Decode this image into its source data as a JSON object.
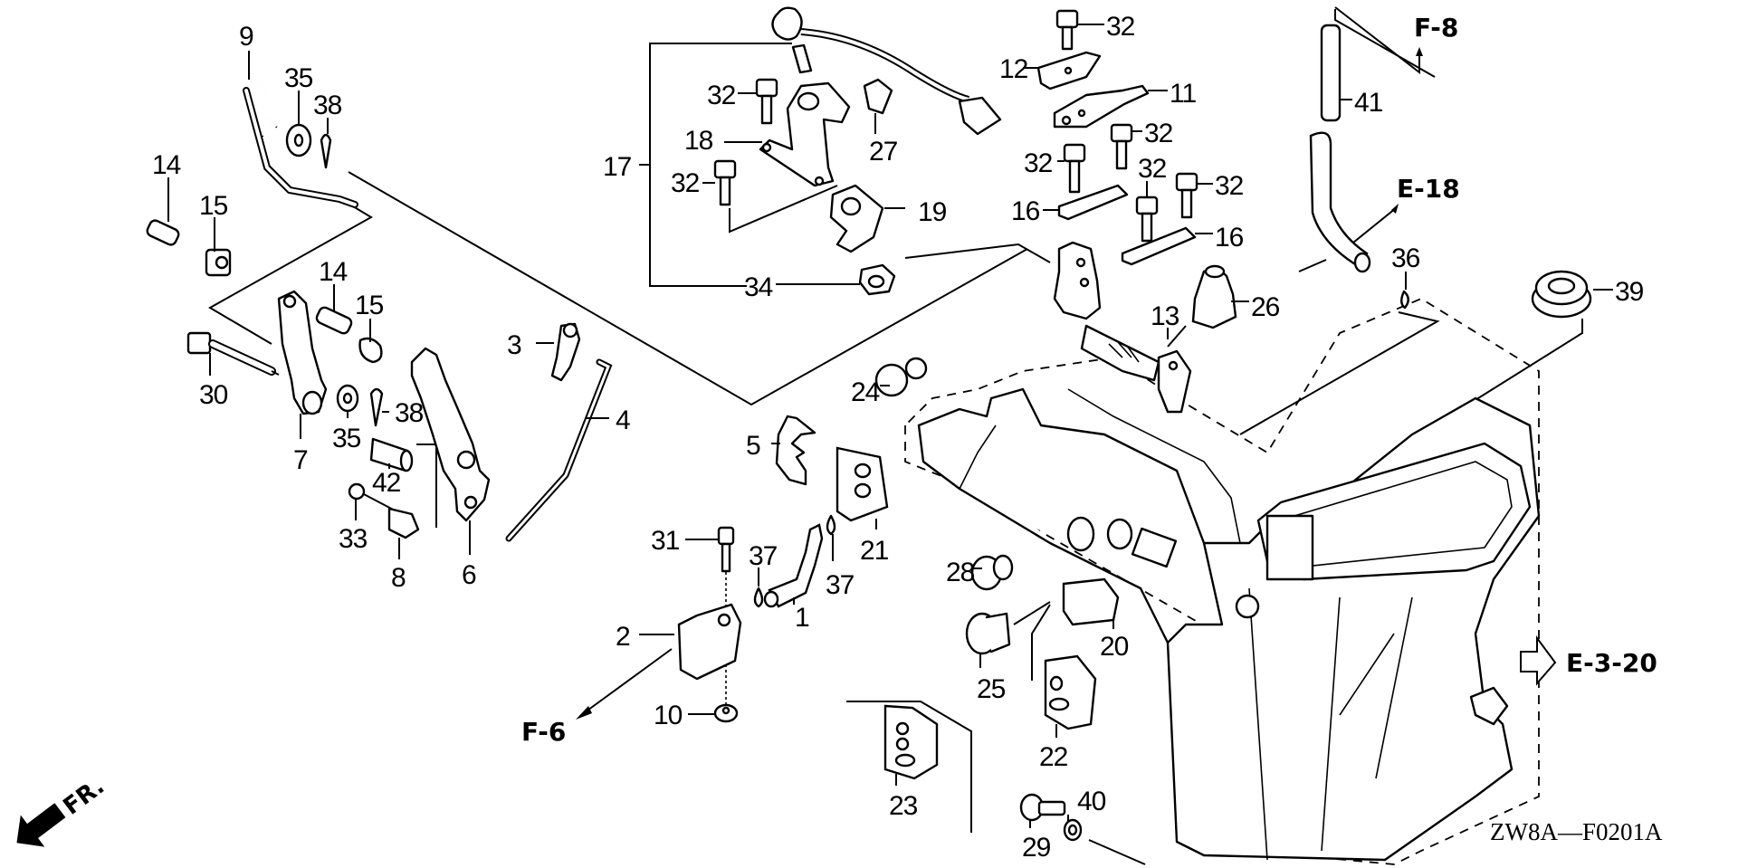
{
  "diagram": {
    "title_code": "ZW8A—F0201A",
    "front_indicator": "FR.",
    "references": {
      "f8": "F-8",
      "e18": "E-18",
      "f6": "F-6",
      "e320": "E-3-20"
    },
    "callouts": [
      {
        "id": "c9",
        "label": "9"
      },
      {
        "id": "c35a",
        "label": "35"
      },
      {
        "id": "c38a",
        "label": "38"
      },
      {
        "id": "c14a",
        "label": "14"
      },
      {
        "id": "c15a",
        "label": "15"
      },
      {
        "id": "c14b",
        "label": "14"
      },
      {
        "id": "c15b",
        "label": "15"
      },
      {
        "id": "c30",
        "label": "30"
      },
      {
        "id": "c7",
        "label": "7"
      },
      {
        "id": "c35b",
        "label": "35"
      },
      {
        "id": "c38b",
        "label": "38"
      },
      {
        "id": "c42",
        "label": "42"
      },
      {
        "id": "c33",
        "label": "33"
      },
      {
        "id": "c8",
        "label": "8"
      },
      {
        "id": "c6",
        "label": "6"
      },
      {
        "id": "c3",
        "label": "3"
      },
      {
        "id": "c4",
        "label": "4"
      },
      {
        "id": "c5",
        "label": "5"
      },
      {
        "id": "c17",
        "label": "17"
      },
      {
        "id": "c18",
        "label": "18"
      },
      {
        "id": "c32a",
        "label": "32"
      },
      {
        "id": "c32b",
        "label": "32"
      },
      {
        "id": "c27",
        "label": "27"
      },
      {
        "id": "c19",
        "label": "19"
      },
      {
        "id": "c34",
        "label": "34"
      },
      {
        "id": "c32c",
        "label": "32"
      },
      {
        "id": "c12",
        "label": "12"
      },
      {
        "id": "c11",
        "label": "11"
      },
      {
        "id": "c32d",
        "label": "32"
      },
      {
        "id": "c32e",
        "label": "32"
      },
      {
        "id": "c32f",
        "label": "32"
      },
      {
        "id": "c32g",
        "label": "32"
      },
      {
        "id": "c16a",
        "label": "16"
      },
      {
        "id": "c16b",
        "label": "16"
      },
      {
        "id": "c13",
        "label": "13"
      },
      {
        "id": "c26",
        "label": "26"
      },
      {
        "id": "c41",
        "label": "41"
      },
      {
        "id": "c36",
        "label": "36"
      },
      {
        "id": "c39",
        "label": "39"
      },
      {
        "id": "c24",
        "label": "24"
      },
      {
        "id": "c21",
        "label": "21"
      },
      {
        "id": "c37a",
        "label": "37"
      },
      {
        "id": "c37b",
        "label": "37"
      },
      {
        "id": "c1",
        "label": "1"
      },
      {
        "id": "c31",
        "label": "31"
      },
      {
        "id": "c2",
        "label": "2"
      },
      {
        "id": "c10",
        "label": "10"
      },
      {
        "id": "c28",
        "label": "28"
      },
      {
        "id": "c20",
        "label": "20"
      },
      {
        "id": "c25",
        "label": "25"
      },
      {
        "id": "c22",
        "label": "22"
      },
      {
        "id": "c23",
        "label": "23"
      },
      {
        "id": "c29",
        "label": "29"
      },
      {
        "id": "c40",
        "label": "40"
      }
    ]
  }
}
